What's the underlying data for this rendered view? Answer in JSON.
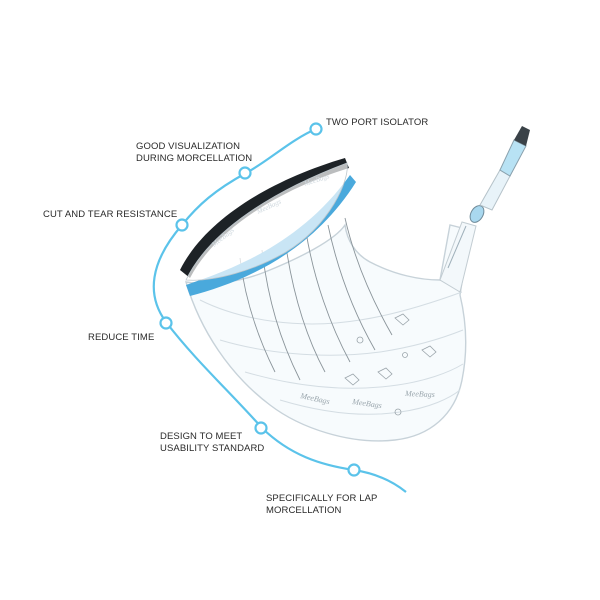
{
  "diagram": {
    "accent_color": "#5bc3ea",
    "ring_color": "#4aa9dc",
    "outline_color": "#cfd8de",
    "text_color": "#2a2a2a",
    "labels": {
      "two_port": [
        "TWO PORT ISOLATOR"
      ],
      "visualization": [
        "GOOD VISUALIZATION",
        "DURING MORCELLATION"
      ],
      "cut_tear": [
        "CUT AND TEAR RESISTANCE"
      ],
      "reduce_time": [
        "REDUCE TIME"
      ],
      "usability": [
        "DESIGN TO MEET",
        "USABILITY STANDARD"
      ],
      "lap": [
        "SPECIFICALLY FOR LAP",
        "MORCELLATION"
      ]
    },
    "bag_imprint": [
      "MeeBags",
      "MeeBags",
      "MeeBags"
    ]
  }
}
